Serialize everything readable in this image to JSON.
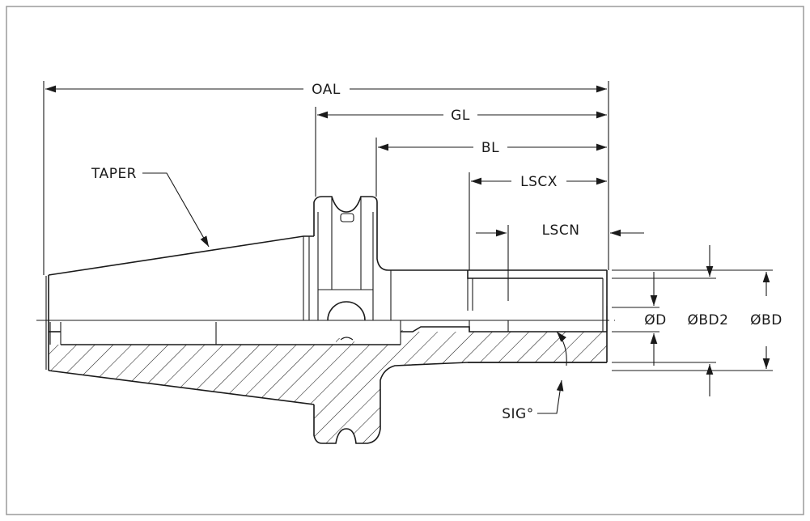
{
  "labels": {
    "oal": "OAL",
    "gl": "GL",
    "bl": "BL",
    "lscx": "LSCX",
    "lscn": "LSCN",
    "taper": "TAPER",
    "d": "ØD",
    "bd2": "ØBD2",
    "bd": "ØBD",
    "sig": "SIG°"
  }
}
